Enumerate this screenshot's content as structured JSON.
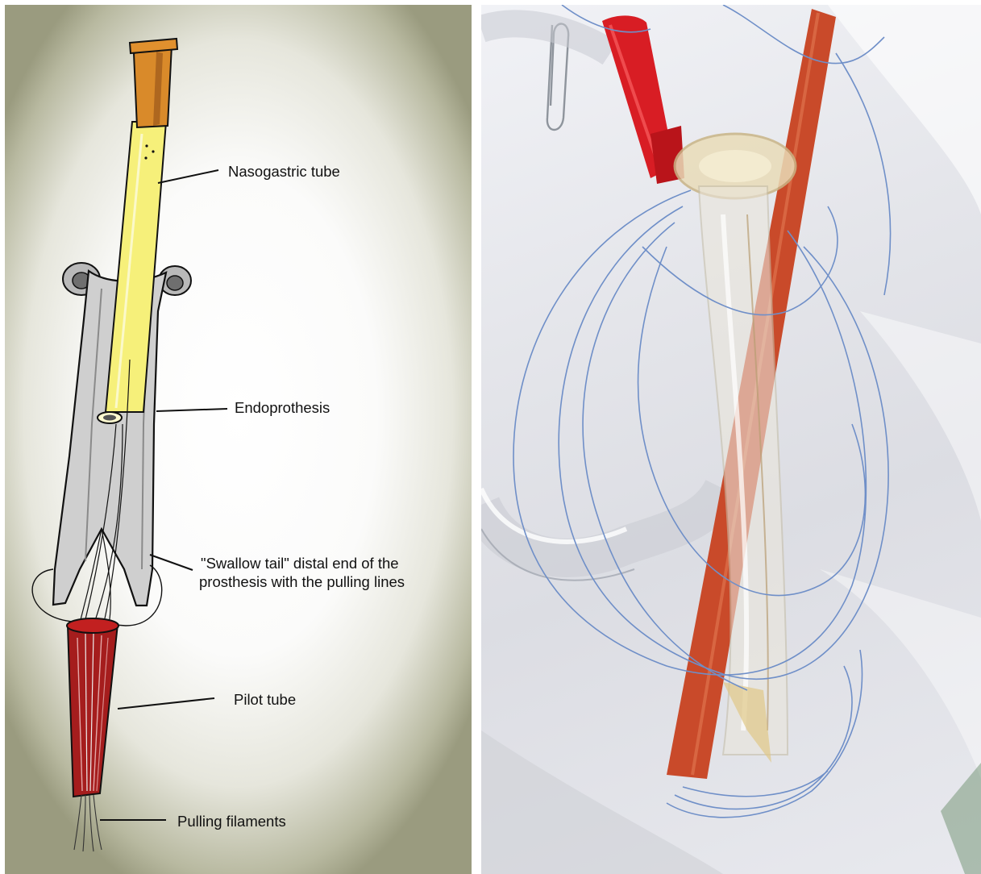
{
  "labels": {
    "nasogastric_tube": "Nasogastric tube",
    "endoprosthesis": "Endoprothesis",
    "swallow_tail_line1": "\"Swallow tail\" distal end of the",
    "swallow_tail_line2": "prosthesis with the pulling lines",
    "pilot_tube": "Pilot tube",
    "pulling_filaments": "Pulling filaments"
  },
  "colors": {
    "nasogastric_tube": "#f6f07a",
    "tube_cap": "#d98a2a",
    "endoprosthesis": "#cfcfcf",
    "pilot_tube": "#a51d1d",
    "filament": "#6f8fc8",
    "photo_red_tube": "#c94a2a",
    "photo_red_cap": "#d81d24"
  }
}
